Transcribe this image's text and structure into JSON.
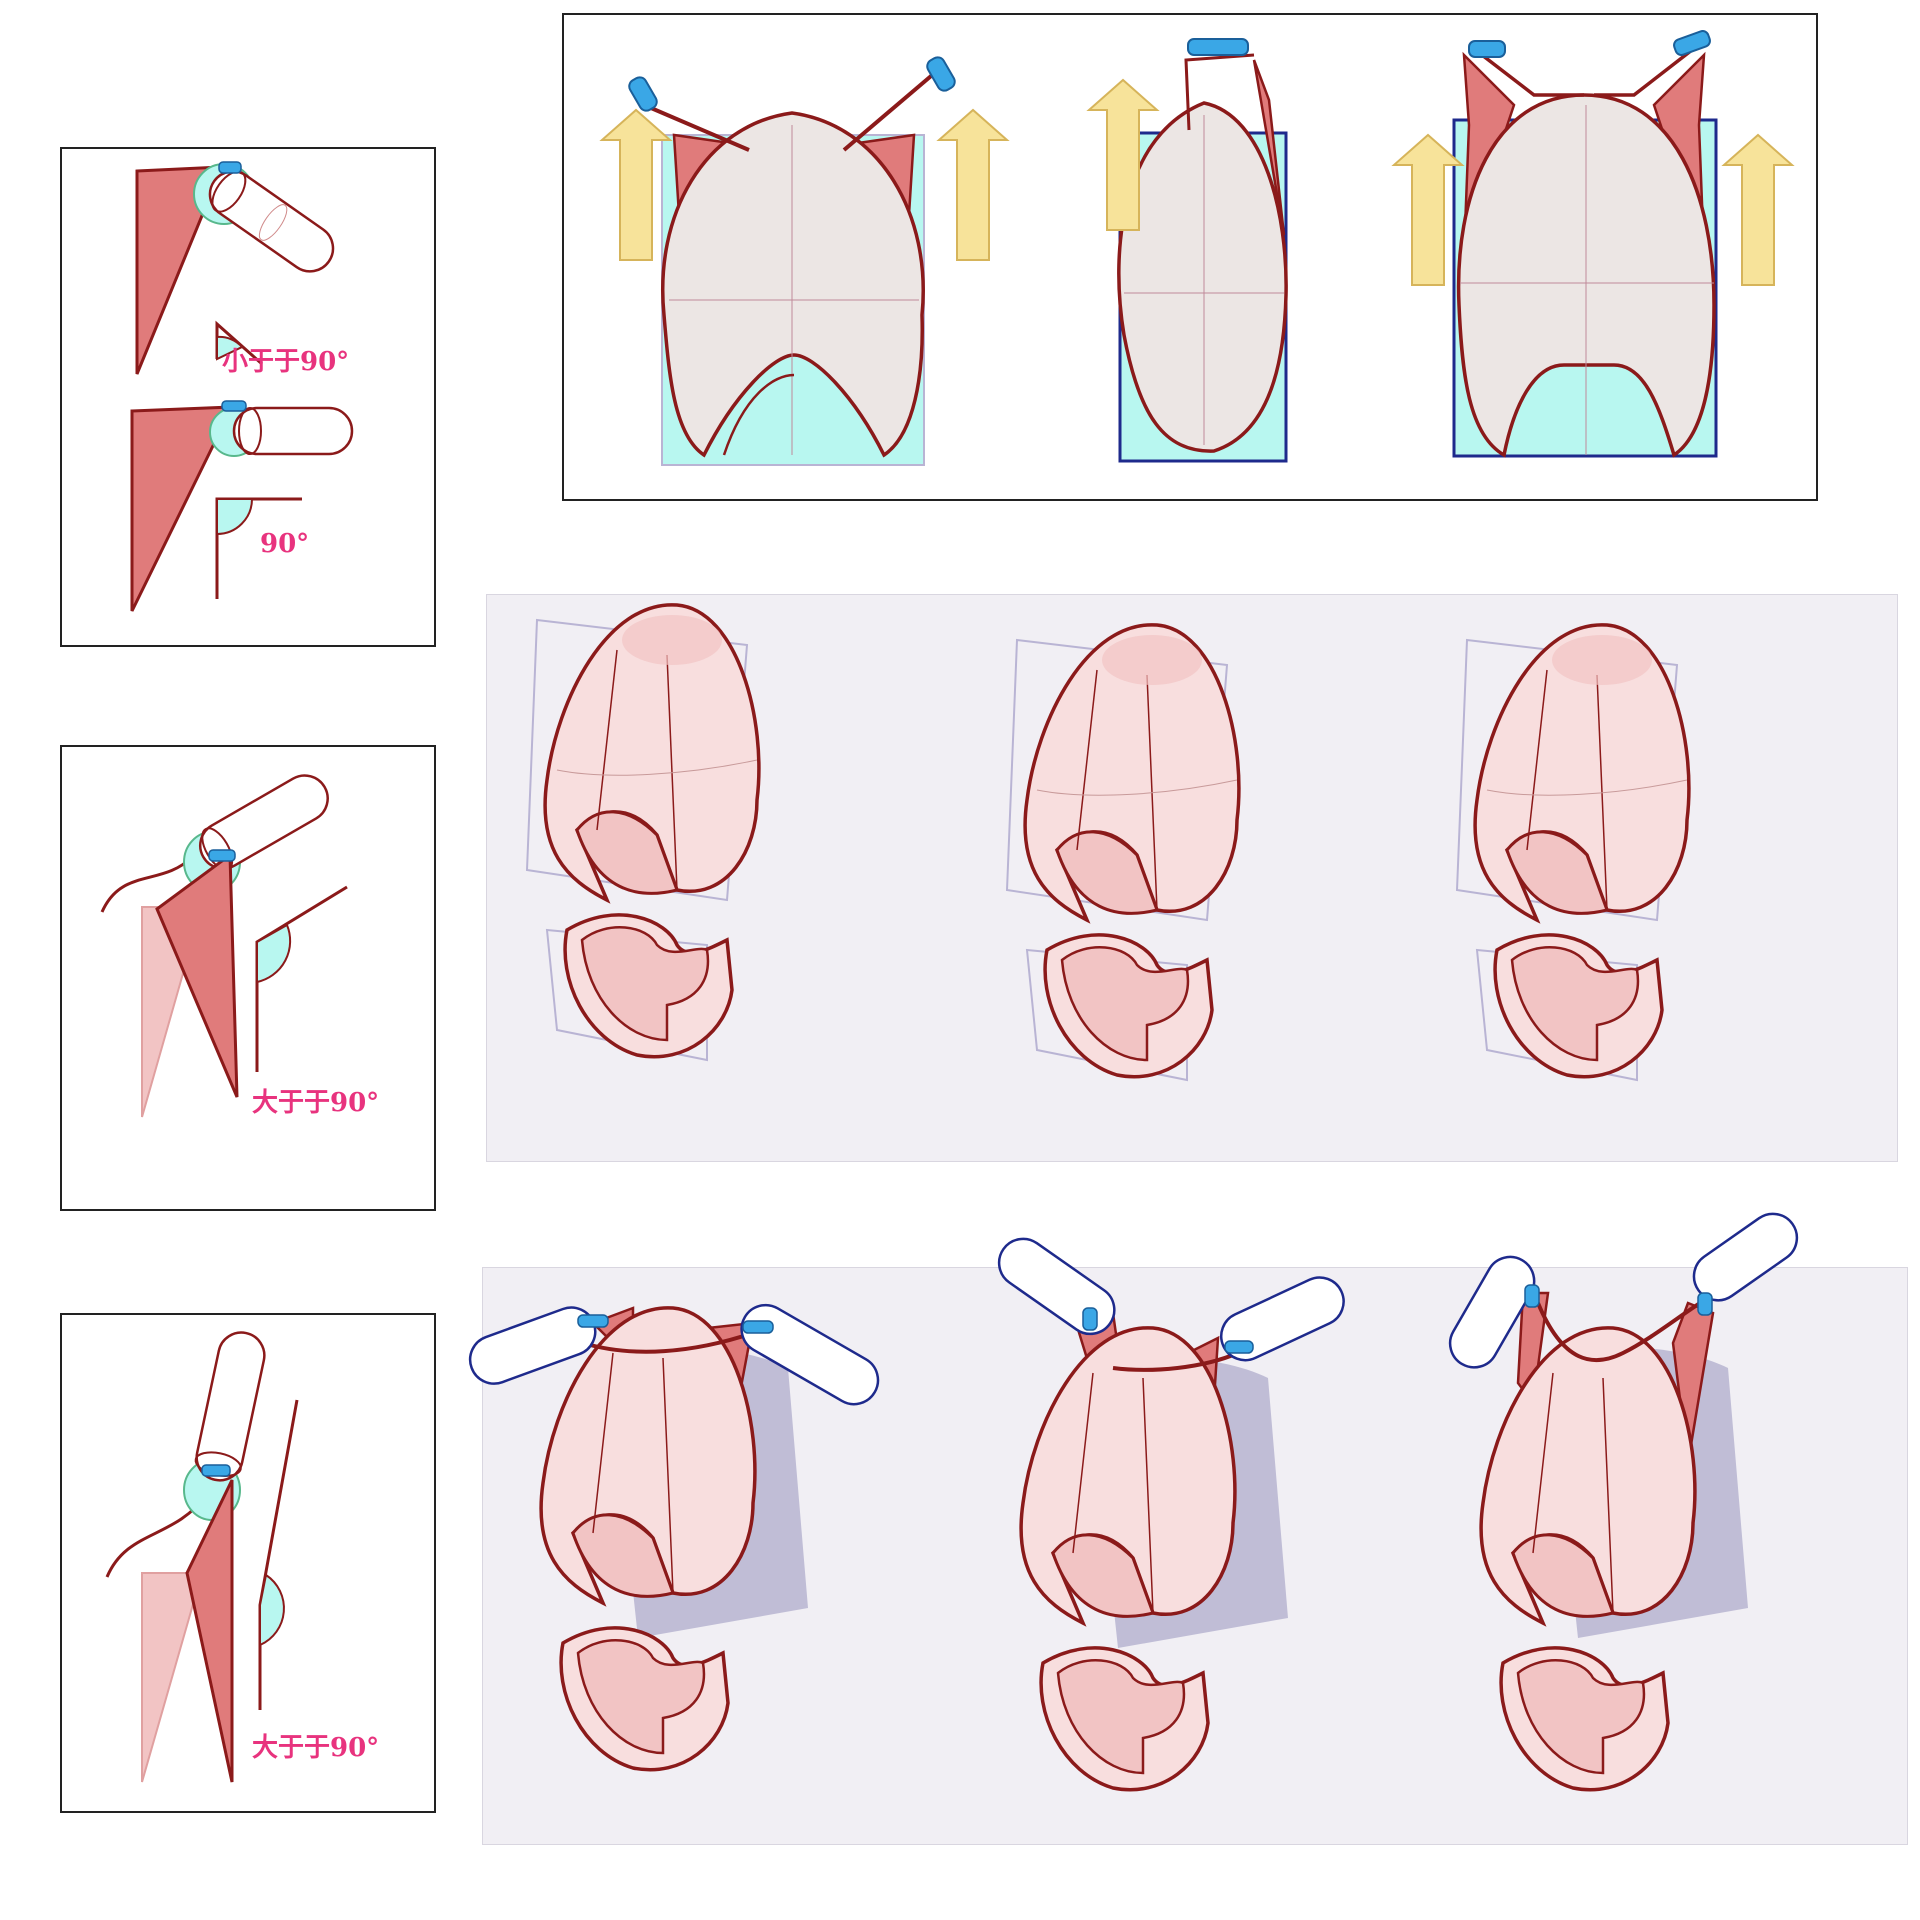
{
  "labels": {
    "less_than_90": "小于于90°",
    "right_angle": "90°",
    "greater_than_90_a": "大于于90°",
    "greater_than_90_b": "大于于90°"
  },
  "colors": {
    "outline": "#8b1a1a",
    "muscle": "#e07b7b",
    "muscle_faded": "#f2c4c4",
    "torso_fill": "#ece6e4",
    "cyan": "#b8f7f0",
    "bone_cap": "#3aa7e6",
    "arrow": "#f7e39a",
    "box_line": "#b9b4d4",
    "shadow": "#9893bd",
    "arm_line": "#1e2a8c",
    "label": "#e8337e"
  }
}
